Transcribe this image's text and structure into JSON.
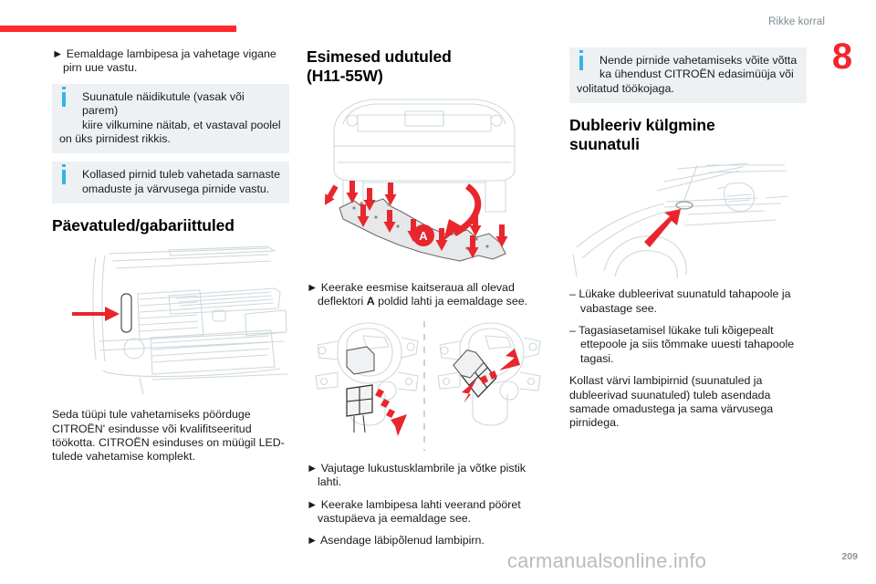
{
  "header": {
    "running_title": "Rikke korral",
    "chapter_number": "8",
    "rule_color": "#ff2a2e"
  },
  "footer": {
    "watermark": "carmanualsonline.info",
    "page_number": "209"
  },
  "columns": {
    "left": {
      "step_1": "► Eemaldage lambipesa ja vahetage vigane pirn uue vastu.",
      "info_1": {
        "line1": "Suunatule näidikutule (vasak või parem)",
        "line2": "kiire vilkumine näitab, et vastaval poolel",
        "line3": "on üks pirnidest rikkis."
      },
      "info_2": {
        "line1": "Kollased pirnid tuleb vahetada sarnaste",
        "line2": "omaduste ja värvusega pirnide vastu.",
        "line3": ""
      },
      "heading": "Päevatuled/gabariittuled",
      "figure_alt": "front-bumper-drl-illustration",
      "body": "Seda tüüpi tule vahetamiseks pöörduge CITROËN' esindusse või kvalifitseeritud töökotta. CITROËN esinduses on müügil LED-tulede vahetamise komplekt."
    },
    "mid": {
      "heading_line1": "Esimesed udutuled",
      "heading_line2": "(H11-55W)",
      "figure_alt": "front-deflector-removal-illustration",
      "deflector_label": "A",
      "step_1_pre": "► Keerake eesmise kaitseraua all olevad deflektori ",
      "step_1_bold": "A",
      "step_1_post": " poldid lahti ja eemaldage see.",
      "figure_2_alt": "fog-lamp-bulb-connector-illustration",
      "step_2": "► Vajutage lukustusklambrile ja võtke pistik lahti.",
      "step_3": "► Keerake lambipesa lahti veerand pööret vastupäeva ja eemaldage see.",
      "step_4": "► Asendage läbipõlenud lambipirn."
    },
    "right": {
      "info_1": {
        "line1": "Nende pirnide vahetamiseks võite võtta",
        "line2": "ka ühendust CITROËN edasimüüja või",
        "line3": "volitatud töökojaga."
      },
      "heading_line1": "Dubleeriv külgmine",
      "heading_line2": "suunatuli",
      "figure_alt": "side-repeater-lamp-illustration",
      "step_1": "–  Lükake dubleerivat suunatuld tahapoole ja vabastage see.",
      "step_2": "–  Tagasiasetamisel lükake tuli kõigepealt ettepoole ja siis tõmmake uuesti tahapoole tagasi.",
      "body": "Kollast värvi lambipirnid (suunatuled ja dubleerivad suunatuled) tuleb asendada samade omadustega ja sama värvusega pirnidega."
    }
  },
  "colors": {
    "accent_red": "#e8262d",
    "info_blue": "#33b5e5",
    "info_bg": "#eef1f3",
    "line_art": "#c9d2d6"
  }
}
